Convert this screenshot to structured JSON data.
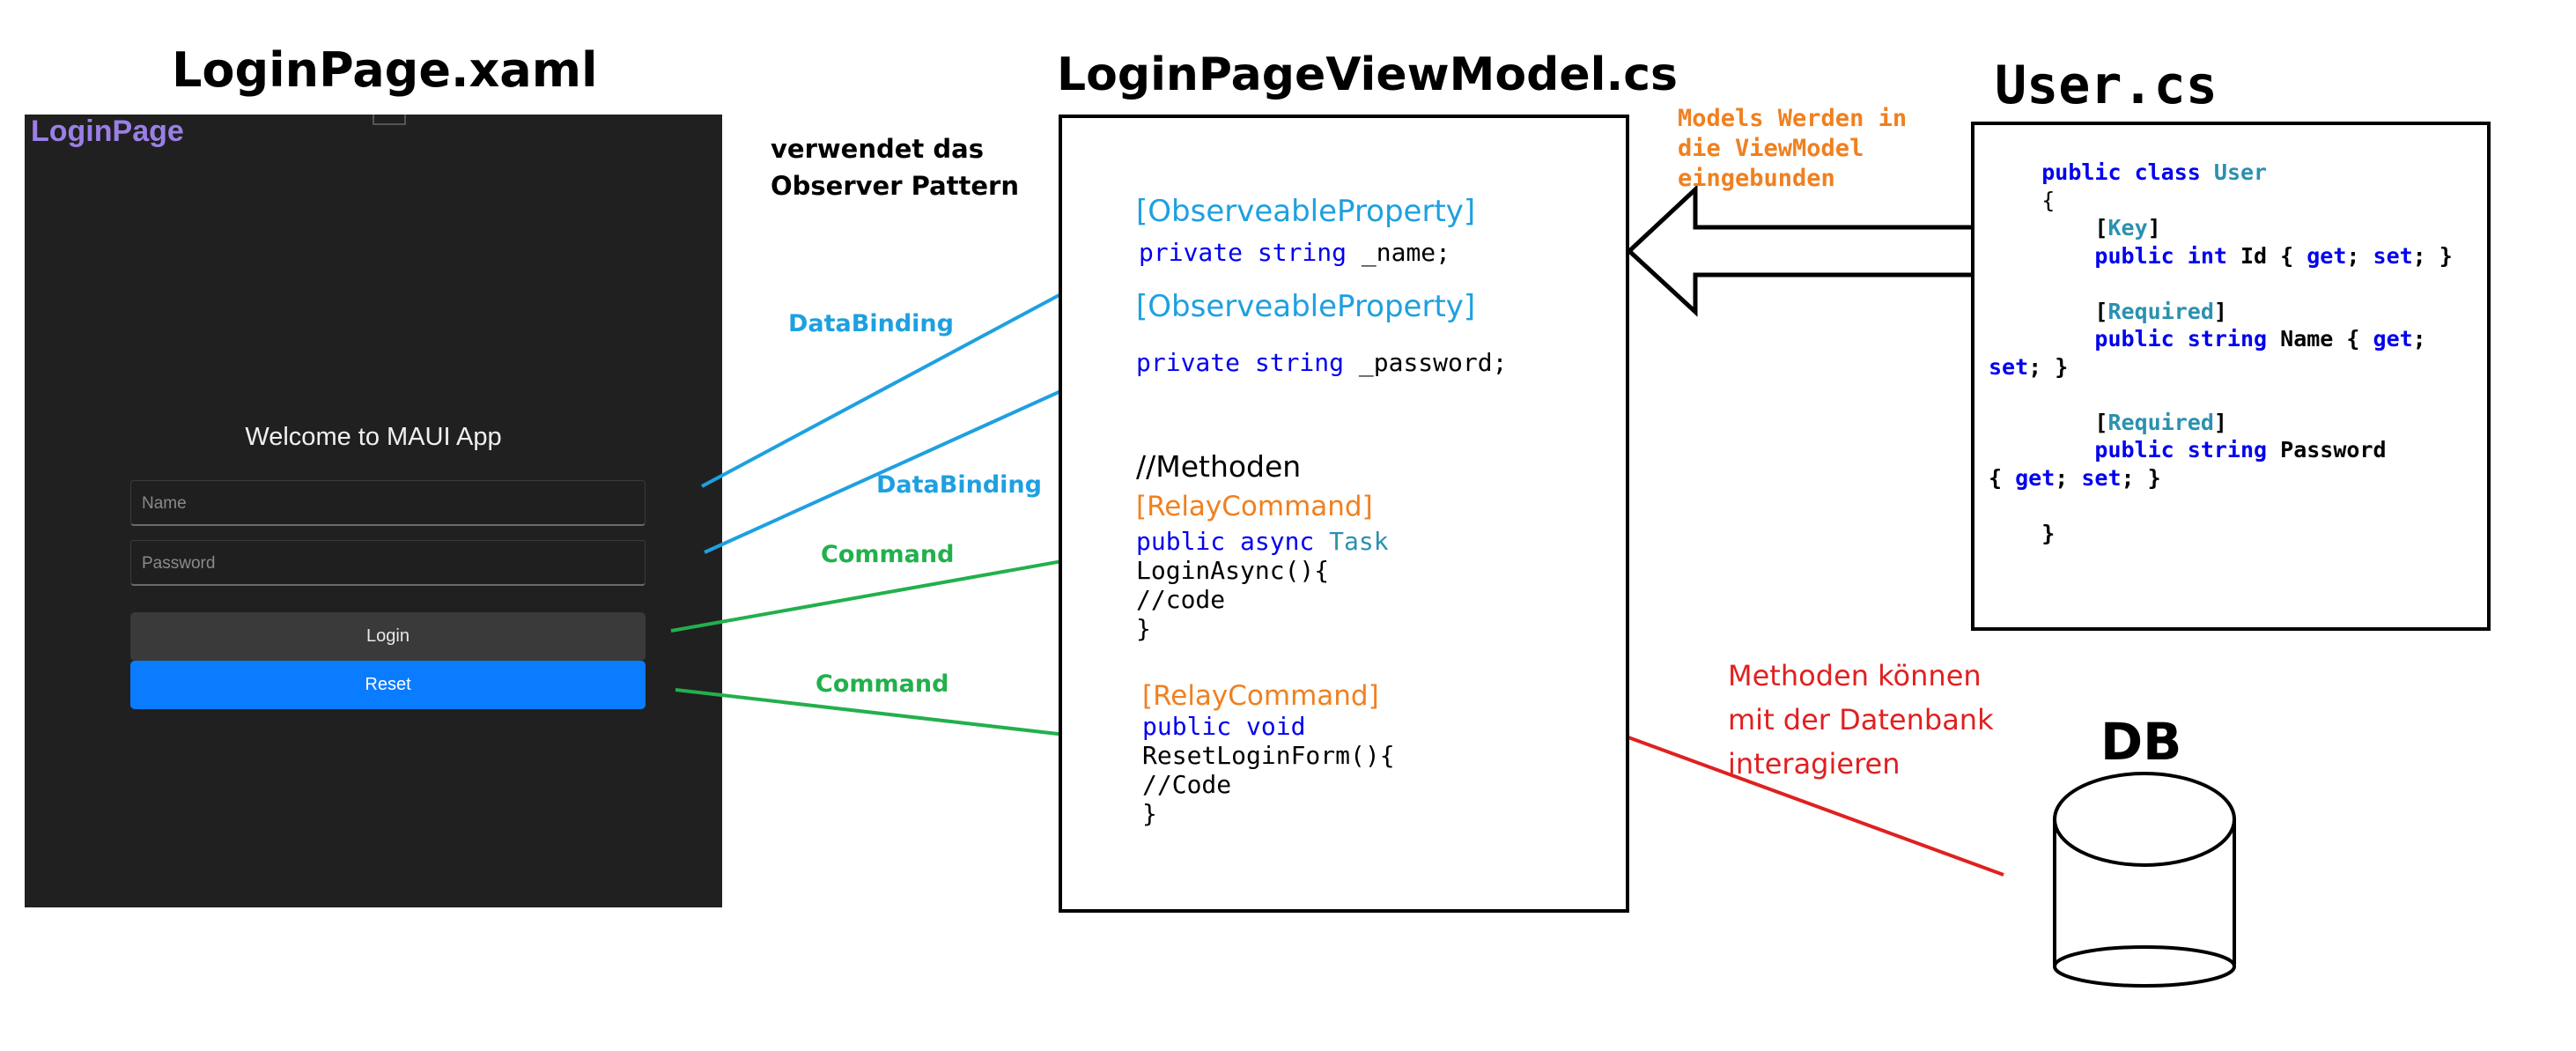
{
  "titles": {
    "login_page": "LoginPage.xaml",
    "view_model": "LoginPageViewModel.cs",
    "user": "User.cs",
    "db": "DB"
  },
  "app": {
    "window_title": "LoginPage",
    "welcome": "Welcome to MAUI App",
    "name_placeholder": "Name",
    "password_placeholder": "Password",
    "login_button": "Login",
    "reset_button": "Reset",
    "colors": {
      "background": "#202020",
      "title": "#9b7fe6",
      "reset_button": "#0a7cff",
      "login_button": "#3a3a3a"
    }
  },
  "notes": {
    "observer_line1": "verwendet das",
    "observer_line2": "Observer Pattern",
    "models_line1": "Models Werden in",
    "models_line2": "die ViewModel",
    "models_line3": "eingebunden",
    "db_line1": "Methoden können",
    "db_line2": "mit der Datenbank",
    "db_line3": "interagieren"
  },
  "connectors": {
    "databinding1": "DataBinding",
    "databinding2": "DataBinding",
    "command1": "Command",
    "command2": "Command",
    "colors": {
      "databinding": "#1ea0e0",
      "command": "#22b04c",
      "db_link": "#e02020"
    }
  },
  "viewmodel": {
    "attr1": "[ObserveableProperty]",
    "field1_kw": "private string",
    "field1_name": " _name;",
    "attr2": "[ObserveableProperty]",
    "field2_kw": "private string",
    "field2_name": " _password;",
    "methods_comment": "//Methoden",
    "relay1": "[RelayCommand]",
    "login_kw": "public async",
    "login_type": " Task",
    "login_sig": "LoginAsync(){",
    "login_body": "//code",
    "login_close": "}",
    "relay2": "[RelayCommand]",
    "reset_kw": "public void",
    "reset_sig": "ResetLoginForm(){",
    "reset_body": "//Code",
    "reset_close": "}"
  },
  "user_class": {
    "l1_kw": "public class",
    "l1_type": " User",
    "l2": "{",
    "l3_open": "[",
    "l3_attr": "Key",
    "l3_close": "]",
    "l4_kw": "public int",
    "l4_rest1": " Id { ",
    "l4_get": "get",
    "l4_rest2": "; ",
    "l4_set": "set",
    "l4_rest3": "; }",
    "l5_open": "[",
    "l5_attr": "Required",
    "l5_close": "]",
    "l6_kw": "public string",
    "l6_rest": " Name { ",
    "l6_get": "get",
    "l6_semi": ";",
    "l7_set": "set",
    "l7_rest": "; }",
    "l8_open": "[",
    "l8_attr": "Required",
    "l8_close": "]",
    "l9_kw": "public string",
    "l9_rest": " Password",
    "l10_open": "{ ",
    "l10_get": "get",
    "l10_mid": "; ",
    "l10_set": "set",
    "l10_rest": "; }",
    "l11": "}"
  }
}
